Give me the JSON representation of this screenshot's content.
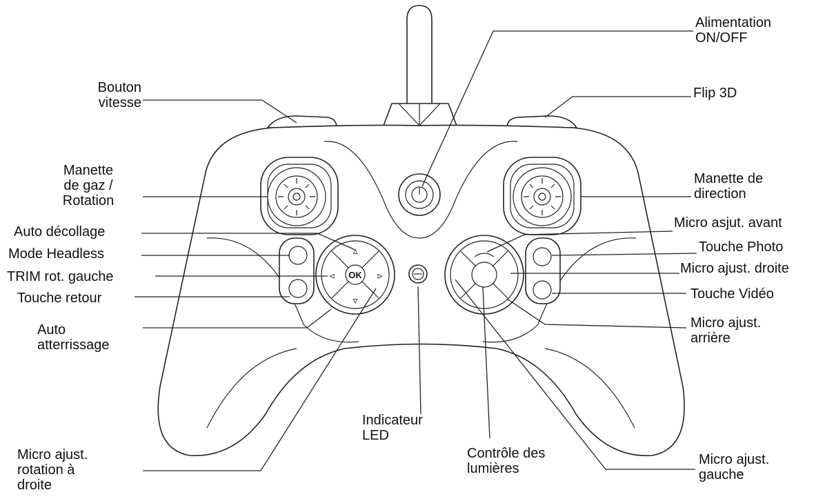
{
  "labels": {
    "alimentation": [
      "Alimentation",
      "ON/OFF"
    ],
    "bouton_vitesse": [
      "Bouton",
      "vitesse"
    ],
    "flip_3d": [
      "Flip 3D"
    ],
    "manette_gaz": [
      "Manette",
      "de gaz /",
      "Rotation"
    ],
    "manette_direction": [
      "Manette de",
      "direction"
    ],
    "auto_decollage": [
      "Auto décollage"
    ],
    "micro_avant": [
      "Micro asjut. avant"
    ],
    "mode_headless": [
      "Mode Headless"
    ],
    "touche_photo": [
      "Touche Photo"
    ],
    "trim_gauche": [
      "TRIM rot. gauche"
    ],
    "micro_droite": [
      "Micro ajust. droite"
    ],
    "touche_retour": [
      "Touche retour"
    ],
    "touche_video": [
      "Touche Vidéo"
    ],
    "auto_atterrissage": [
      "Auto",
      "atterrissage"
    ],
    "micro_arriere": [
      "Micro ajust.",
      "arrière"
    ],
    "indicateur_led": [
      "Indicateur",
      "LED"
    ],
    "micro_rotation_droite": [
      "Micro ajust.",
      "rotation à",
      "droite"
    ],
    "controle_lumieres": [
      "Contrôle des",
      "lumières"
    ],
    "micro_gauche": [
      "Micro ajust.",
      "gauche"
    ]
  },
  "controller_glyphs": {
    "ok_text": "OK",
    "up_arrow": "▵",
    "down_arrow": "▿",
    "left_arrow": "◃",
    "right_arrow": "▹"
  }
}
